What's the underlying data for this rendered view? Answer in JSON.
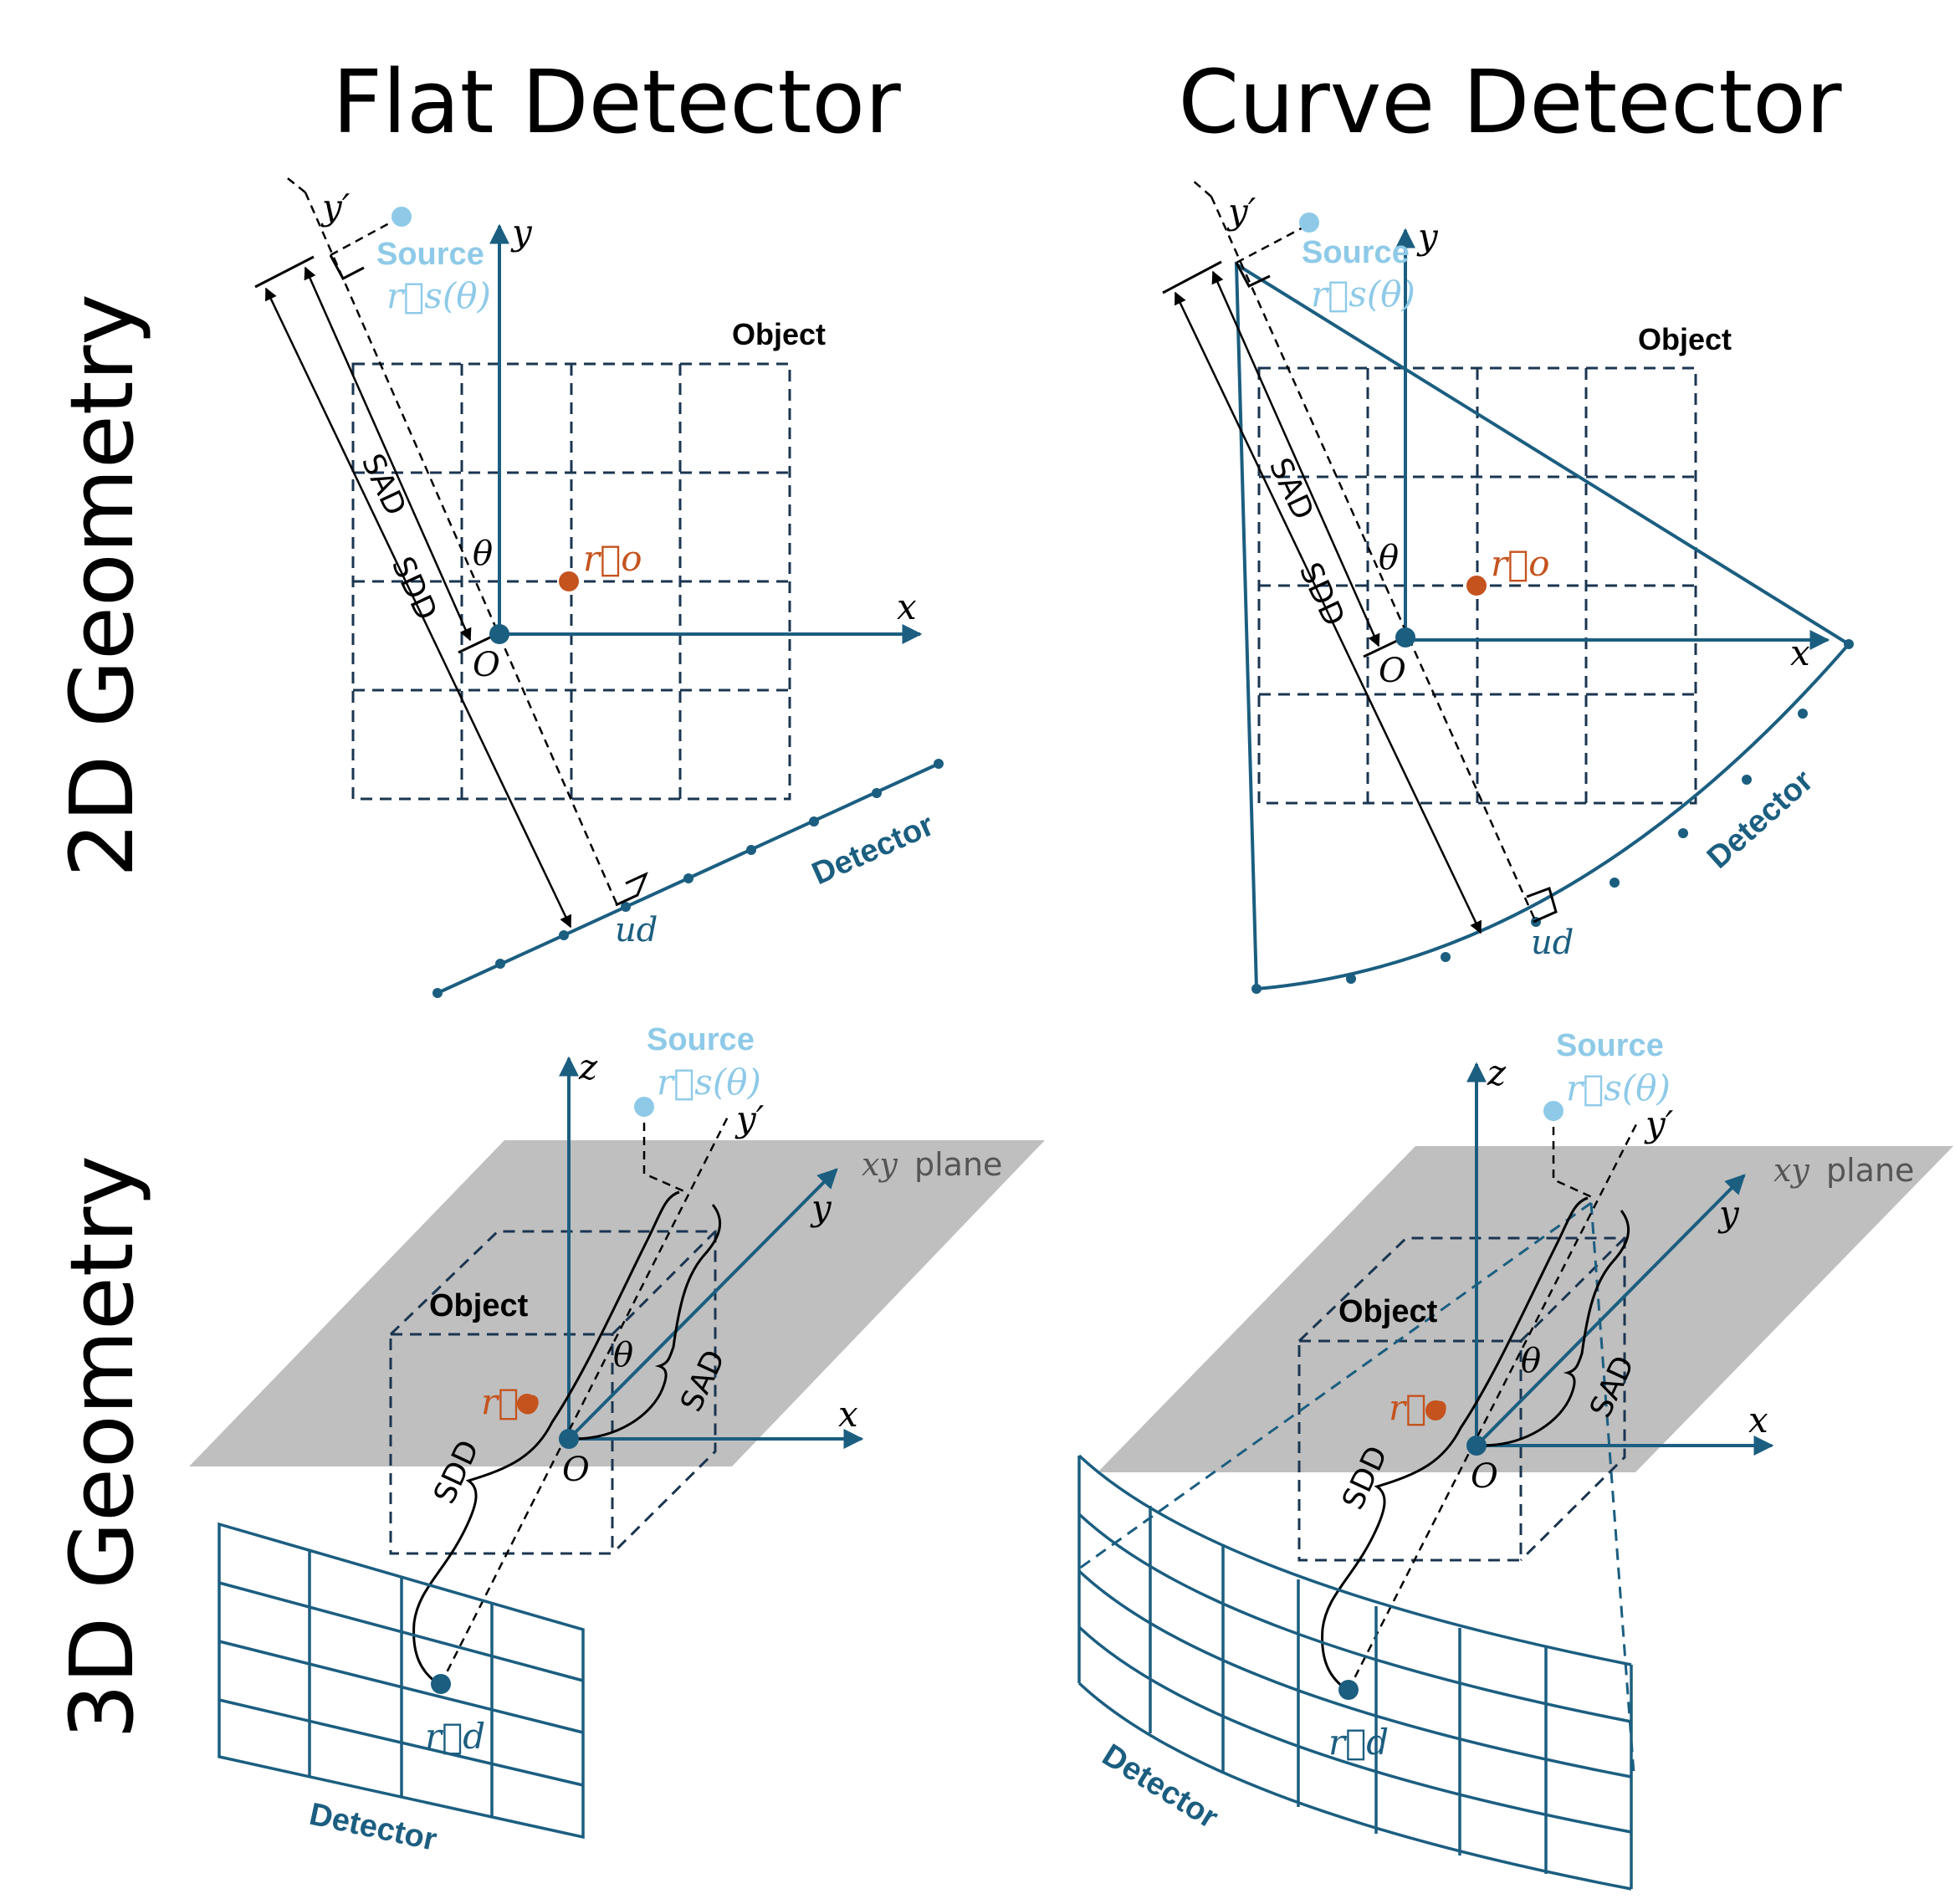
{
  "headers": {
    "flat": "Flat Detector",
    "curve": "Curve Detector",
    "row_2d": "2D Geometry",
    "row_3d": "3D Geometry"
  },
  "labels": {
    "source": "Source",
    "source_vec": "r⃗s(θ)",
    "object": "Object",
    "detector": "Detector",
    "sad": "SAD",
    "sdd": "SDD",
    "theta": "θ",
    "origin": "O",
    "x": "x",
    "y": "y",
    "z": "z",
    "y_prime": "y′",
    "object_vec": "r⃗o",
    "detector_vec": "r⃗d",
    "u_d": "ud",
    "xy_italic": "xy",
    "plane": "plane"
  },
  "colors": {
    "teal": "#1b5e80",
    "light_blue": "#8ecae8",
    "orange": "#c5531e",
    "plane_gray": "#bfbfbf",
    "black": "#000000"
  }
}
